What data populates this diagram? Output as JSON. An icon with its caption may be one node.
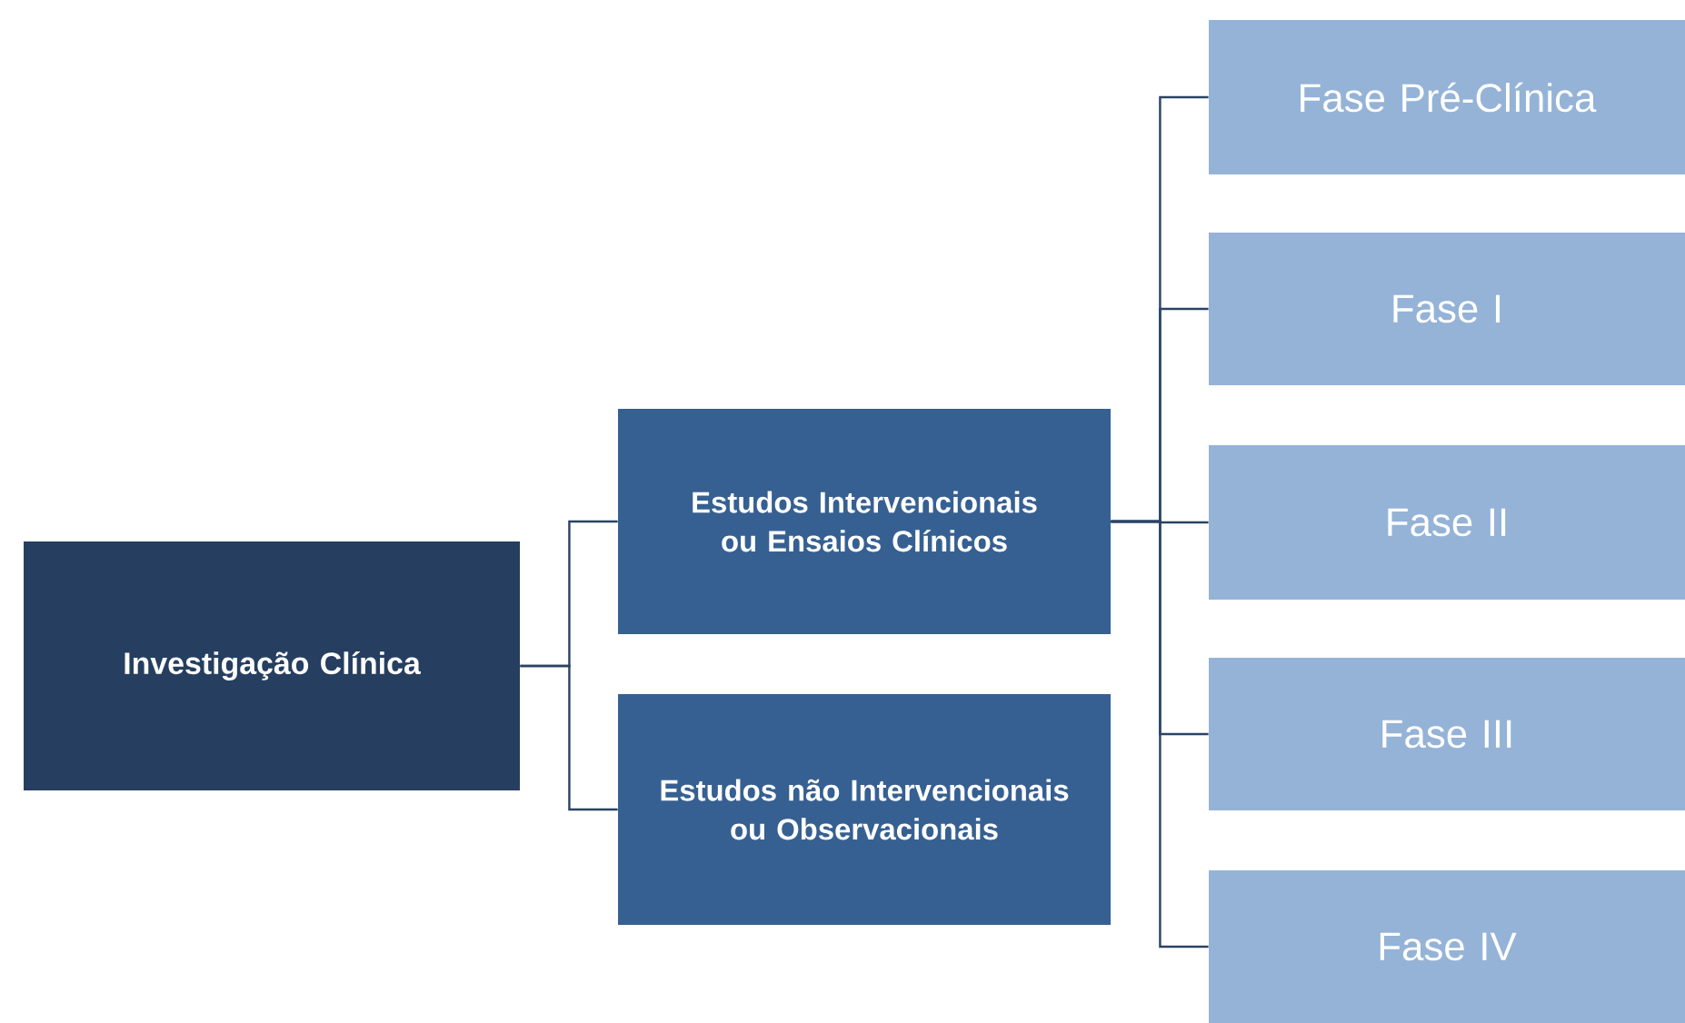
{
  "diagram": {
    "nodes": [
      {
        "text": [
          "Investigação Clínica"
        ]
      },
      {
        "text": [
          "Estudos Intervencionais ou Ensaios Clínicos"
        ]
      },
      {
        "text": [
          "Estudos não Intervencionais ou Observacionais"
        ]
      },
      {
        "text": [
          "Fase Pré-Clínica"
        ]
      },
      {
        "text": [
          "Fase I"
        ]
      },
      {
        "text": [
          "Fase II"
        ]
      },
      {
        "text": [
          "Fase III"
        ]
      },
      {
        "text": [
          "Fase IV"
        ]
      }
    ],
    "edges": [
      {
        "from": 0,
        "to": 1,
        "arrow": "none"
      },
      {
        "from": 0,
        "to": 2,
        "arrow": "none"
      },
      {
        "from": 1,
        "to": 3,
        "arrow": "none"
      },
      {
        "from": 1,
        "to": 4,
        "arrow": "none"
      },
      {
        "from": 1,
        "to": 5,
        "arrow": "none"
      },
      {
        "from": 1,
        "to": 6,
        "arrow": "none"
      },
      {
        "from": 1,
        "to": 7,
        "arrow": "none"
      }
    ]
  }
}
